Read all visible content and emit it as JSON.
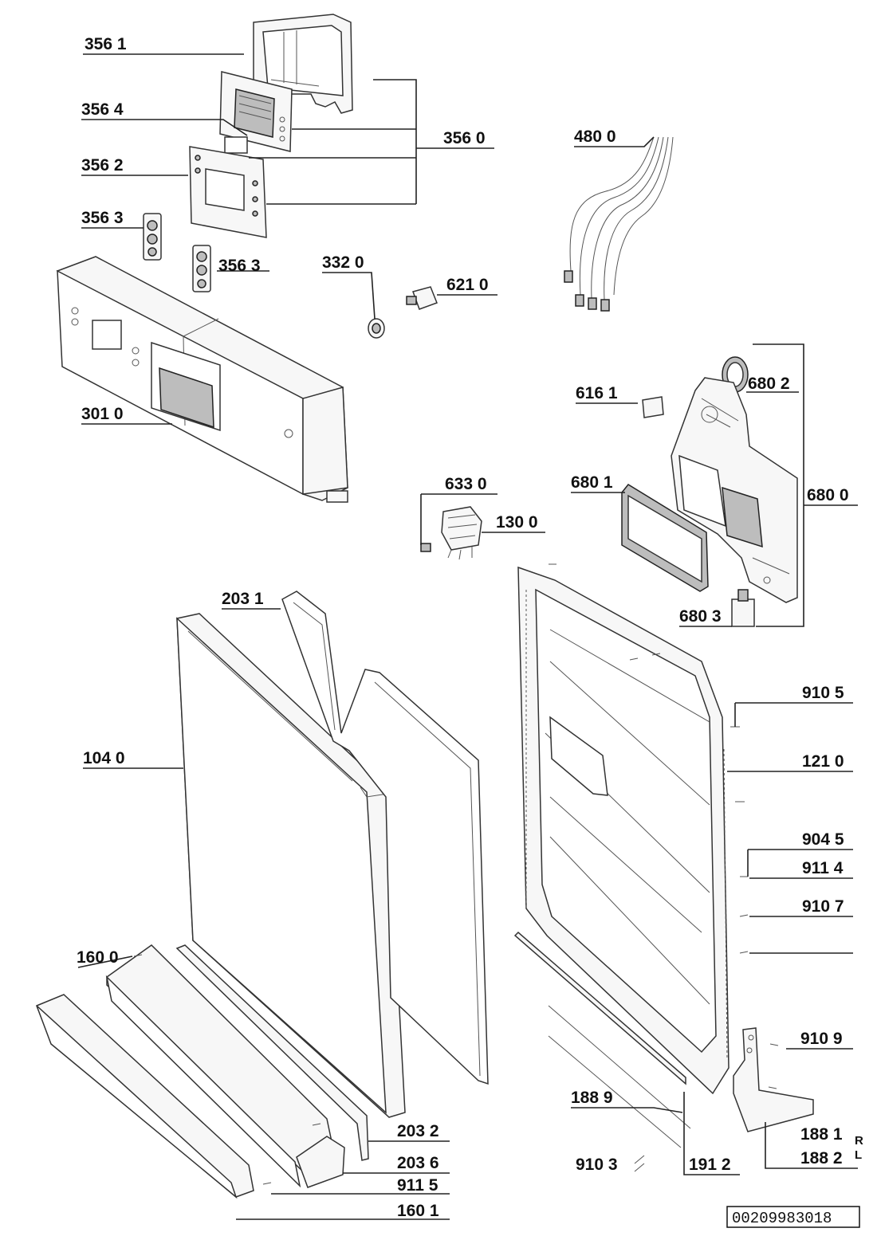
{
  "drawing": {
    "doc_number": "00209983018"
  },
  "labels": {
    "p3561": "356 1",
    "p3564": "356 4",
    "p3560": "356 0",
    "p3562": "356 2",
    "p3563a": "356 3",
    "p3563b": "356 3",
    "p3320": "332 0",
    "p6210": "621 0",
    "p4800": "480 0",
    "p3010": "301 0",
    "p6161": "616 1",
    "p6802": "680 2",
    "p6801": "680 1",
    "p6800": "680 0",
    "p6803": "680 3",
    "p6330": "633 0",
    "p1300": "130 0",
    "p2031": "203 1",
    "p1040": "104 0",
    "p9105": "910 5",
    "p1210": "121 0",
    "p9045": "904 5",
    "p9114": "911 4",
    "p9107": "910 7",
    "p1600": "160 0",
    "p9109": "910 9",
    "p1889": "188 9",
    "p1881": "188 1",
    "p1882": "188 2",
    "side_r": "R",
    "side_l": "L",
    "p2032": "203 2",
    "p2036": "203 6",
    "p9115": "911 5",
    "p1601": "160 1",
    "p9103": "910 3",
    "p1912": "191 2"
  }
}
